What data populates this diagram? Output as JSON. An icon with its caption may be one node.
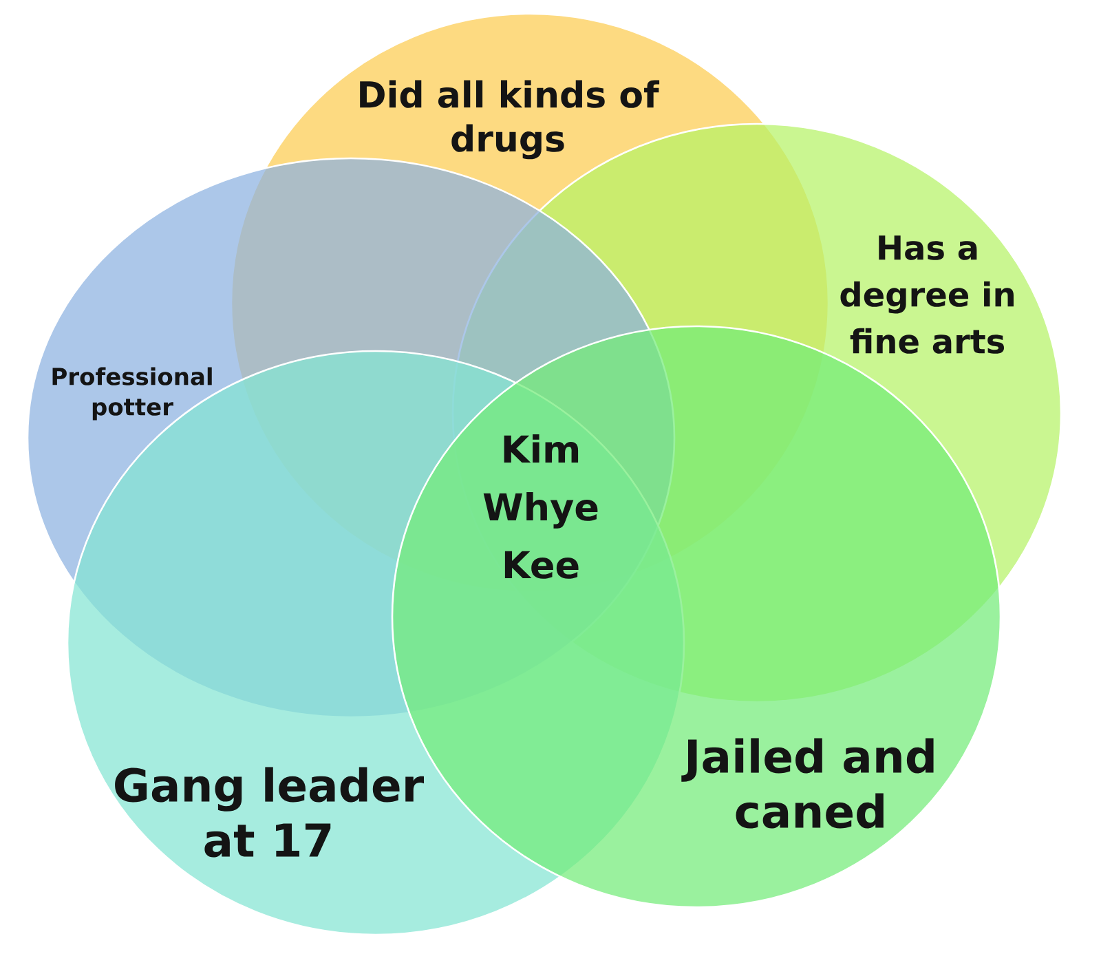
{
  "diagram": {
    "nodes": [
      {
        "text": [
          "Did all kinds of drugs"
        ]
      },
      {
        "text": [
          "Has a degree in fine arts"
        ]
      },
      {
        "text": [
          "Professional potter"
        ]
      },
      {
        "text": [
          "Gang leader at 17"
        ]
      },
      {
        "text": [
          "Jailed and caned"
        ]
      }
    ],
    "labels": [
      "Kim Whye Kee"
    ]
  }
}
